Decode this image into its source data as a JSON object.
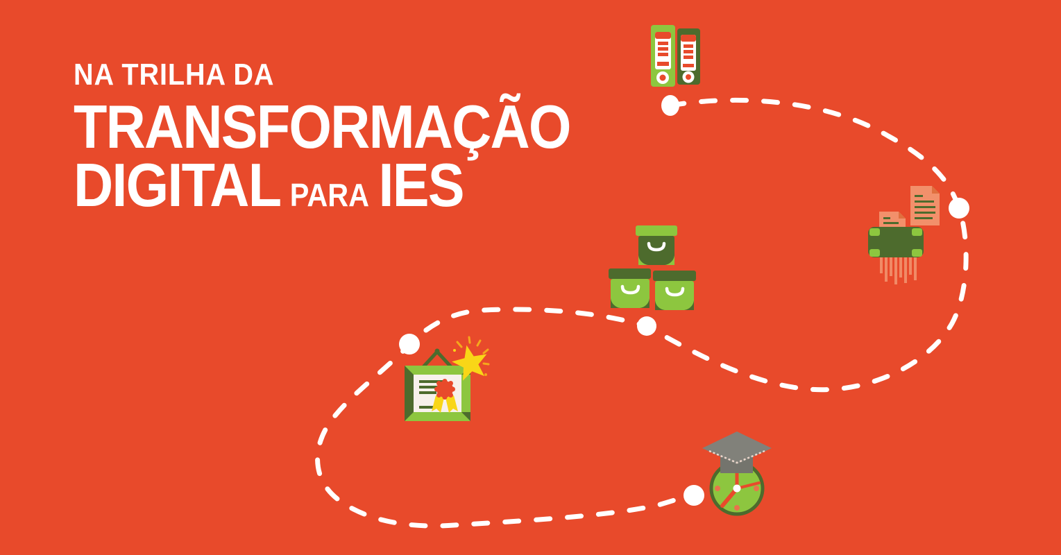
{
  "banner": {
    "title": {
      "line1": "NA TRILHA DA",
      "line2": "TRANSFORMAÇÃO",
      "line3_word1": "DIGITAL",
      "line3_word2": "PARA",
      "line3_word3": "IES"
    },
    "trail": {
      "style": "dashed-curve",
      "dash_color": "#FFFFFF",
      "milestone_dot_color": "#FFFFFF",
      "milestones": [
        {
          "order": 1,
          "icon": "binders-icon",
          "meaning": "archive binders"
        },
        {
          "order": 2,
          "icon": "shredder-icon",
          "meaning": "document shredding"
        },
        {
          "order": 3,
          "icon": "boxes-icon",
          "meaning": "storage boxes"
        },
        {
          "order": 4,
          "icon": "certificate-icon",
          "meaning": "framed certificate with star"
        },
        {
          "order": 5,
          "icon": "graduation-clock-icon",
          "meaning": "clock with graduation cap"
        }
      ]
    },
    "colors": {
      "background": "#E84A2B",
      "light_green": "#8DC63F",
      "dark_green": "#4D6B2D",
      "salmon": "#F2906B",
      "salmon_dark": "#E0703F",
      "yellow": "#F9D617",
      "yellow_deep": "#F5A81C",
      "cap_gray": "#81817A",
      "cap_gray_dark": "#74746D",
      "paper": "#F7F1EB",
      "white": "#FFFFFF"
    }
  }
}
